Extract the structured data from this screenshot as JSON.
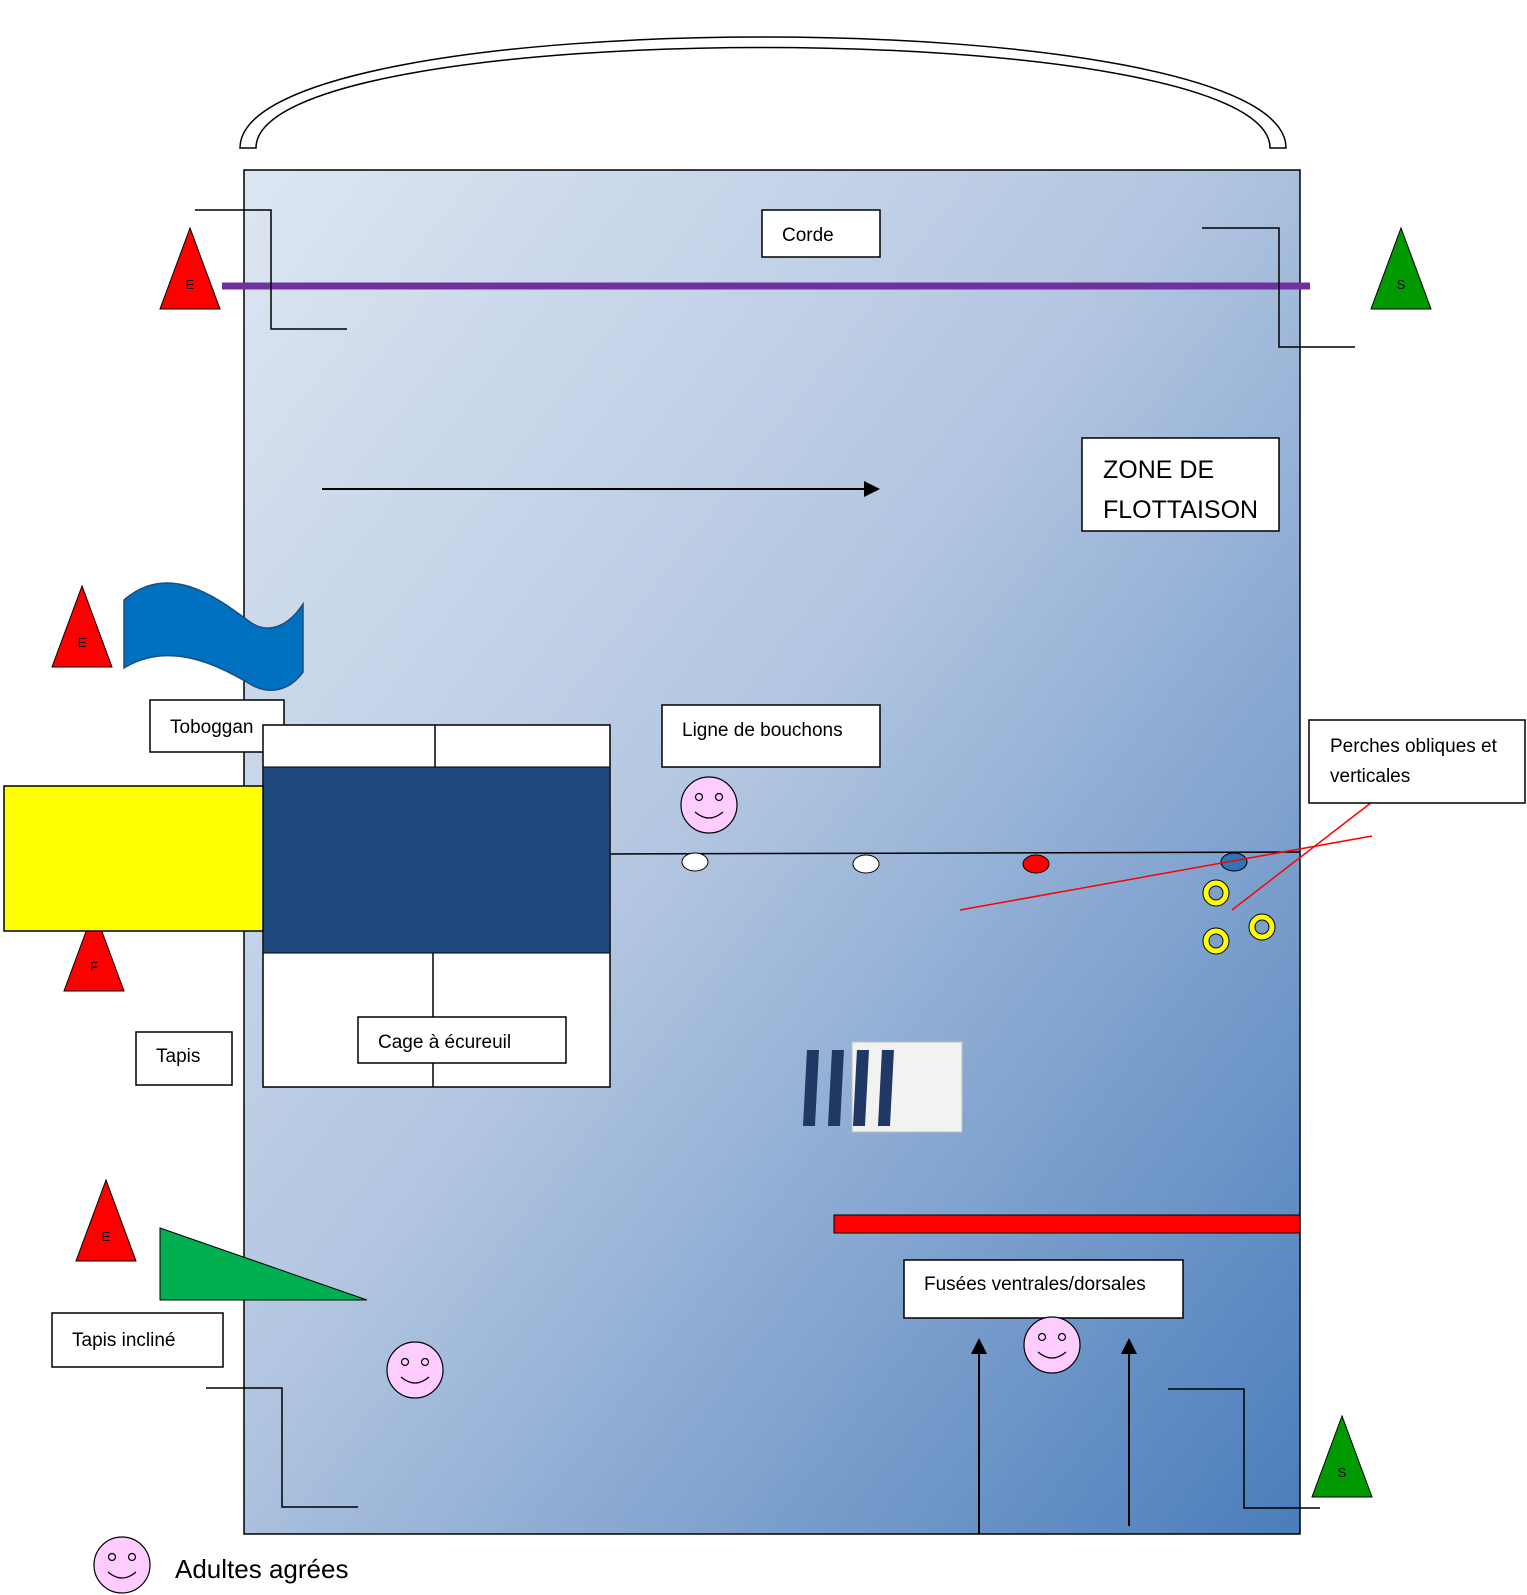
{
  "labels": {
    "corde": "Corde",
    "zone_line1": "ZONE DE",
    "zone_line2": "FLOTTAISON",
    "toboggan": "Toboggan",
    "ligne": "Ligne de bouchons",
    "perches_line1": "Perches obliques et",
    "perches_line2": "verticales",
    "tapis": "Tapis",
    "cage": "Cage à écureuil",
    "tapis_incline": "Tapis incliné",
    "fusees": "Fusées ventrales/dorsales"
  },
  "markers": {
    "entry": "E",
    "exit": "S",
    "f": "F"
  },
  "legend": {
    "adults": "Adultes agrées"
  },
  "colors": {
    "pool_light": "#dce5f1",
    "pool_dark": "#4a7dbb",
    "rope": "#7030a0",
    "entry_triangle": "#ff0000",
    "exit_triangle": "#009900",
    "slide": "#0070c0",
    "cage_fill": "#1f497d",
    "yellow_mat": "#ffff00",
    "incline_mat": "#00b050",
    "smiley": "#ffccff",
    "rocket_bar": "#ff0000",
    "perches": "#ff0000",
    "rings": "#ffff00"
  },
  "icons": {
    "arrow": "arrow-right-icon",
    "smiley": "smiley-icon",
    "ladder": "ladder-icon"
  }
}
